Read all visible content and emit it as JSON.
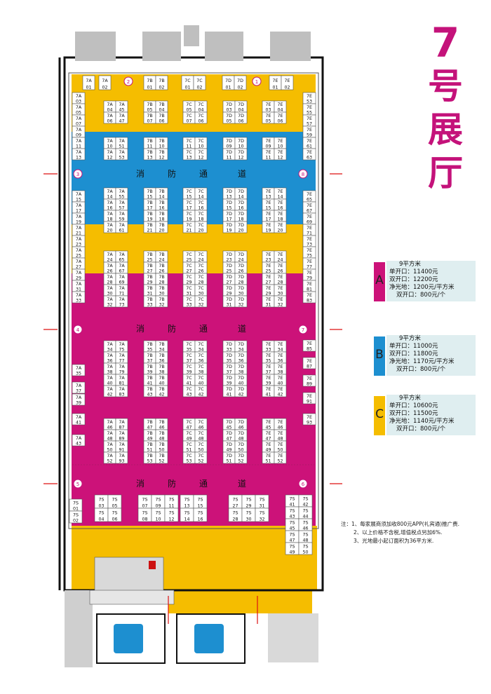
{
  "title": {
    "number": "7",
    "chars": [
      "号",
      "展",
      "厅"
    ]
  },
  "colors": {
    "zone_a": "#cc1279",
    "zone_b": "#1d8fd0",
    "zone_c": "#f5bd00",
    "title": "#c4127a"
  },
  "corridor_label": [
    "消",
    "防",
    "通",
    "道"
  ],
  "markers": [
    "2",
    "1",
    "3",
    "8",
    "4",
    "7",
    "5",
    "6"
  ],
  "price_cards": [
    {
      "letter": "A",
      "size": "9平方米",
      "single": "单开口：11400元",
      "double": "双开口：12200元",
      "raw": "净光地：1200元/平方米",
      "raw_open": "双开口：800元/个"
    },
    {
      "letter": "B",
      "size": "9平方米",
      "single": "单开口：11000元",
      "double": "双开口：11800元",
      "raw": "净光地：1170元/平方米",
      "raw_open": "双开口：800元/个"
    },
    {
      "letter": "C",
      "size": "9平方米",
      "single": "单开口：10600元",
      "double": "双开口：11500元",
      "raw": "净光地：1140元/平方米",
      "raw_open": "双开口：800元/个"
    }
  ],
  "notes": [
    "注：1、每家展商须加收800元APP(礼宾通)推广费.",
    "2、以上价格不含税,增值税点另加6%.",
    "3、光地最小起订面积为36平方米."
  ],
  "booths": {
    "top_row": [
      [
        "7A",
        "01"
      ],
      [
        "7A",
        "02"
      ],
      [
        "7B",
        "01"
      ],
      [
        "7B",
        "02"
      ],
      [
        "7C",
        "01"
      ],
      [
        "7C",
        "02"
      ],
      [
        "7D",
        "01"
      ],
      [
        "7D",
        "02"
      ],
      [
        "7E",
        "01"
      ],
      [
        "7E",
        "02"
      ]
    ],
    "left_col": [
      "03",
      "05",
      "07",
      "09",
      "11",
      "13",
      "15",
      "17",
      "19",
      "21",
      "23",
      "25",
      "27",
      "29",
      "31",
      "33",
      "35",
      "37",
      "39",
      "41",
      "43"
    ],
    "right_col": [
      "53",
      "55",
      "57",
      "59",
      "61",
      "63",
      "65",
      "67",
      "69",
      "71",
      "73",
      "75",
      "77",
      "79",
      "81",
      "83",
      "85",
      "87",
      "89",
      "91",
      "93"
    ],
    "7A_block": [
      [
        [
          "7A",
          "04"
        ],
        [
          "7A",
          "45"
        ]
      ],
      [
        [
          "7A",
          "06"
        ],
        [
          "7A",
          "47"
        ]
      ],
      [
        [
          "7A",
          "10"
        ],
        [
          "7A",
          "51"
        ]
      ],
      [
        [
          "7A",
          "12"
        ],
        [
          "7A",
          "53"
        ]
      ],
      [
        [
          "7A",
          "14"
        ],
        [
          "7A",
          "55"
        ]
      ],
      [
        [
          "7A",
          "16"
        ],
        [
          "7A",
          "57"
        ]
      ],
      [
        [
          "7A",
          "18"
        ],
        [
          "7A",
          "59"
        ]
      ],
      [
        [
          "7A",
          "20"
        ],
        [
          "7A",
          "61"
        ]
      ],
      [
        [
          "7A",
          "24"
        ],
        [
          "7A",
          "65"
        ]
      ],
      [
        [
          "7A",
          "26"
        ],
        [
          "7A",
          "67"
        ]
      ],
      [
        [
          "7A",
          "28"
        ],
        [
          "7A",
          "69"
        ]
      ],
      [
        [
          "7A",
          "30"
        ],
        [
          "7A",
          "71"
        ]
      ],
      [
        [
          "7A",
          "32"
        ],
        [
          "7A",
          "73"
        ]
      ],
      [
        [
          "7A",
          "34"
        ],
        [
          "7A",
          "75"
        ]
      ],
      [
        [
          "7A",
          "36"
        ],
        [
          "7A",
          "77"
        ]
      ],
      [
        [
          "7A",
          "38"
        ],
        [
          "7A",
          "79"
        ]
      ],
      [
        [
          "7A",
          "40"
        ],
        [
          "7A",
          "81"
        ]
      ],
      [
        [
          "7A",
          "42"
        ],
        [
          "7A",
          "83"
        ]
      ],
      [
        [
          "7A",
          "46"
        ],
        [
          "7A",
          "87"
        ]
      ],
      [
        [
          "7A",
          "48"
        ],
        [
          "7A",
          "89"
        ]
      ],
      [
        [
          "7A",
          "50"
        ],
        [
          "7A",
          "91"
        ]
      ],
      [
        [
          "7A",
          "52"
        ],
        [
          "7A",
          "93"
        ]
      ]
    ],
    "7B_block": [
      [
        [
          "7B",
          "05"
        ],
        [
          "7B",
          "04"
        ]
      ],
      [
        [
          "7B",
          "07"
        ],
        [
          "7B",
          "06"
        ]
      ],
      [
        [
          "7B",
          "11"
        ],
        [
          "7B",
          "10"
        ]
      ],
      [
        [
          "7B",
          "13"
        ],
        [
          "7B",
          "12"
        ]
      ],
      [
        [
          "7B",
          "15"
        ],
        [
          "7B",
          "14"
        ]
      ],
      [
        [
          "7B",
          "17"
        ],
        [
          "7B",
          "16"
        ]
      ],
      [
        [
          "7B",
          "19"
        ],
        [
          "7B",
          "18"
        ]
      ],
      [
        [
          "7B",
          "21"
        ],
        [
          "7B",
          "20"
        ]
      ],
      [
        [
          "7B",
          "25"
        ],
        [
          "7B",
          "24"
        ]
      ],
      [
        [
          "7B",
          "27"
        ],
        [
          "7B",
          "26"
        ]
      ],
      [
        [
          "7B",
          "29"
        ],
        [
          "7B",
          "28"
        ]
      ],
      [
        [
          "7B",
          "31"
        ],
        [
          "7B",
          "30"
        ]
      ],
      [
        [
          "7B",
          "33"
        ],
        [
          "7B",
          "32"
        ]
      ],
      [
        [
          "7B",
          "35"
        ],
        [
          "7B",
          "34"
        ]
      ],
      [
        [
          "7B",
          "37"
        ],
        [
          "7B",
          "36"
        ]
      ],
      [
        [
          "7B",
          "39"
        ],
        [
          "7B",
          "38"
        ]
      ],
      [
        [
          "7B",
          "41"
        ],
        [
          "7B",
          "40"
        ]
      ],
      [
        [
          "7B",
          "43"
        ],
        [
          "7B",
          "42"
        ]
      ],
      [
        [
          "7B",
          "47"
        ],
        [
          "7B",
          "46"
        ]
      ],
      [
        [
          "7B",
          "49"
        ],
        [
          "7B",
          "48"
        ]
      ],
      [
        [
          "7B",
          "51"
        ],
        [
          "7B",
          "50"
        ]
      ],
      [
        [
          "7B",
          "53"
        ],
        [
          "7B",
          "52"
        ]
      ]
    ],
    "7C_block": [
      [
        [
          "7C",
          "05"
        ],
        [
          "7C",
          "04"
        ]
      ],
      [
        [
          "7C",
          "07"
        ],
        [
          "7C",
          "06"
        ]
      ],
      [
        [
          "7C",
          "11"
        ],
        [
          "7C",
          "10"
        ]
      ],
      [
        [
          "7C",
          "13"
        ],
        [
          "7C",
          "12"
        ]
      ],
      [
        [
          "7C",
          "15"
        ],
        [
          "7C",
          "14"
        ]
      ],
      [
        [
          "7C",
          "17"
        ],
        [
          "7C",
          "16"
        ]
      ],
      [
        [
          "7C",
          "19"
        ],
        [
          "7C",
          "18"
        ]
      ],
      [
        [
          "7C",
          "21"
        ],
        [
          "7C",
          "20"
        ]
      ],
      [
        [
          "7C",
          "25"
        ],
        [
          "7C",
          "24"
        ]
      ],
      [
        [
          "7C",
          "27"
        ],
        [
          "7C",
          "26"
        ]
      ],
      [
        [
          "7C",
          "29"
        ],
        [
          "7C",
          "28"
        ]
      ],
      [
        [
          "7C",
          "31"
        ],
        [
          "7C",
          "30"
        ]
      ],
      [
        [
          "7C",
          "33"
        ],
        [
          "7C",
          "32"
        ]
      ],
      [
        [
          "7C",
          "35"
        ],
        [
          "7C",
          "34"
        ]
      ],
      [
        [
          "7C",
          "37"
        ],
        [
          "7C",
          "36"
        ]
      ],
      [
        [
          "7C",
          "39"
        ],
        [
          "7C",
          "38"
        ]
      ],
      [
        [
          "7C",
          "41"
        ],
        [
          "7C",
          "40"
        ]
      ],
      [
        [
          "7C",
          "43"
        ],
        [
          "7C",
          "42"
        ]
      ],
      [
        [
          "7C",
          "47"
        ],
        [
          "7C",
          "46"
        ]
      ],
      [
        [
          "7C",
          "49"
        ],
        [
          "7C",
          "48"
        ]
      ],
      [
        [
          "7C",
          "51"
        ],
        [
          "7C",
          "50"
        ]
      ],
      [
        [
          "7C",
          "53"
        ],
        [
          "7C",
          "52"
        ]
      ]
    ],
    "7D_block": [
      [
        [
          "7D",
          "03"
        ],
        [
          "7D",
          "04"
        ]
      ],
      [
        [
          "7D",
          "05"
        ],
        [
          "7D",
          "06"
        ]
      ],
      [
        [
          "7D",
          "09"
        ],
        [
          "7D",
          "10"
        ]
      ],
      [
        [
          "7D",
          "11"
        ],
        [
          "7D",
          "12"
        ]
      ],
      [
        [
          "7D",
          "13"
        ],
        [
          "7D",
          "14"
        ]
      ],
      [
        [
          "7D",
          "15"
        ],
        [
          "7D",
          "16"
        ]
      ],
      [
        [
          "7D",
          "17"
        ],
        [
          "7D",
          "18"
        ]
      ],
      [
        [
          "7D",
          "19"
        ],
        [
          "7D",
          "20"
        ]
      ],
      [
        [
          "7D",
          "23"
        ],
        [
          "7D",
          "24"
        ]
      ],
      [
        [
          "7D",
          "25"
        ],
        [
          "7D",
          "26"
        ]
      ],
      [
        [
          "7D",
          "27"
        ],
        [
          "7D",
          "28"
        ]
      ],
      [
        [
          "7D",
          "29"
        ],
        [
          "7D",
          "30"
        ]
      ],
      [
        [
          "7D",
          "31"
        ],
        [
          "7D",
          "32"
        ]
      ],
      [
        [
          "7D",
          "33"
        ],
        [
          "7D",
          "34"
        ]
      ],
      [
        [
          "7D",
          "35"
        ],
        [
          "7D",
          "36"
        ]
      ],
      [
        [
          "7D",
          "37"
        ],
        [
          "7D",
          "38"
        ]
      ],
      [
        [
          "7D",
          "39"
        ],
        [
          "7D",
          "40"
        ]
      ],
      [
        [
          "7D",
          "41"
        ],
        [
          "7D",
          "42"
        ]
      ],
      [
        [
          "7D",
          "45"
        ],
        [
          "7D",
          "46"
        ]
      ],
      [
        [
          "7D",
          "47"
        ],
        [
          "7D",
          "48"
        ]
      ],
      [
        [
          "7D",
          "49"
        ],
        [
          "7D",
          "50"
        ]
      ],
      [
        [
          "7D",
          "51"
        ],
        [
          "7D",
          "52"
        ]
      ]
    ],
    "7E_block": [
      [
        [
          "7E",
          "03"
        ],
        [
          "7E",
          "04"
        ]
      ],
      [
        [
          "7E",
          "05"
        ],
        [
          "7E",
          "06"
        ]
      ],
      [
        [
          "7E",
          "09"
        ],
        [
          "7E",
          "10"
        ]
      ],
      [
        [
          "7E",
          "11"
        ],
        [
          "7E",
          "12"
        ]
      ],
      [
        [
          "7E",
          "13"
        ],
        [
          "7E",
          "14"
        ]
      ],
      [
        [
          "7E",
          "15"
        ],
        [
          "7E",
          "16"
        ]
      ],
      [
        [
          "7E",
          "17"
        ],
        [
          "7E",
          "18"
        ]
      ],
      [
        [
          "7E",
          "19"
        ],
        [
          "7E",
          "20"
        ]
      ],
      [
        [
          "7E",
          "23"
        ],
        [
          "7E",
          "24"
        ]
      ],
      [
        [
          "7E",
          "25"
        ],
        [
          "7E",
          "26"
        ]
      ],
      [
        [
          "7E",
          "27"
        ],
        [
          "7E",
          "28"
        ]
      ],
      [
        [
          "7E",
          "29"
        ],
        [
          "7E",
          "30"
        ]
      ],
      [
        [
          "7E",
          "31"
        ],
        [
          "7E",
          "32"
        ]
      ],
      [
        [
          "7E",
          "33"
        ],
        [
          "7E",
          "34"
        ]
      ],
      [
        [
          "7E",
          "35"
        ],
        [
          "7E",
          "36"
        ]
      ],
      [
        [
          "7E",
          "37"
        ],
        [
          "7E",
          "38"
        ]
      ],
      [
        [
          "7E",
          "39"
        ],
        [
          "7E",
          "40"
        ]
      ],
      [
        [
          "7E",
          "41"
        ],
        [
          "7E",
          "42"
        ]
      ],
      [
        [
          "7E",
          "45"
        ],
        [
          "7E",
          "46"
        ]
      ],
      [
        [
          "7E",
          "47"
        ],
        [
          "7E",
          "48"
        ]
      ],
      [
        [
          "7E",
          "49"
        ],
        [
          "7E",
          "50"
        ]
      ],
      [
        [
          "7E",
          "51"
        ],
        [
          "7E",
          "52"
        ]
      ]
    ],
    "7S_groups": [
      [
        [
          "7S",
          "03"
        ],
        [
          "7S",
          "05"
        ],
        [
          "7S",
          "04"
        ],
        [
          "7S",
          "06"
        ]
      ],
      [
        [
          "7S",
          "07"
        ],
        [
          "7S",
          "09"
        ],
        [
          "7S",
          "11"
        ],
        [
          "7S",
          "08"
        ],
        [
          "7S",
          "10"
        ],
        [
          "7S",
          "12"
        ]
      ],
      [
        [
          "7S",
          "13"
        ],
        [
          "7S",
          "15"
        ],
        [
          "7S",
          "14"
        ],
        [
          "7S",
          "16"
        ]
      ],
      [
        [
          "7S",
          "27"
        ],
        [
          "7S",
          "29"
        ],
        [
          "7S",
          "31"
        ],
        [
          "7S",
          "28"
        ],
        [
          "7S",
          "30"
        ],
        [
          "7S",
          "32"
        ]
      ]
    ],
    "7S_left": [
      [
        "7S",
        "01"
      ],
      [
        "7S",
        "02"
      ]
    ],
    "7S_right": [
      "41",
      "42",
      "43",
      "44",
      "45",
      "46",
      "47",
      "48",
      "49",
      "50"
    ]
  }
}
